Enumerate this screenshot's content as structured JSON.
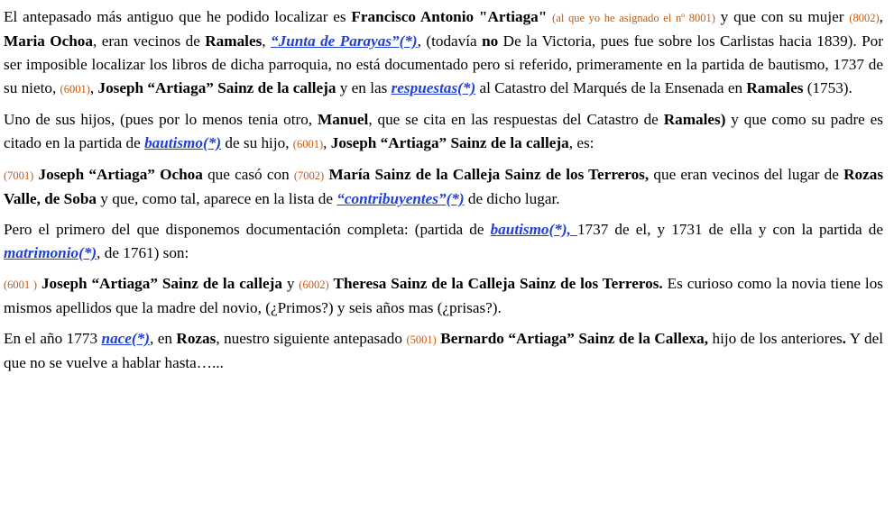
{
  "paragraphs": [
    [
      {
        "t": "   El antepasado más antiguo que he podido localizar es "
      },
      {
        "t": "Francisco Antonio \"Artiaga\"",
        "b": 1
      },
      {
        "t": " "
      },
      {
        "t": "(al que yo he asignado el nº 8001)",
        "n": 1
      },
      {
        "t": " y que con su mujer "
      },
      {
        "t": "(8002)",
        "n": 1
      },
      {
        "t": ", "
      },
      {
        "t": "Maria Ochoa",
        "b": 1
      },
      {
        "t": ", eran vecinos de "
      },
      {
        "t": "Ramales",
        "b": 1
      },
      {
        "t": ", "
      },
      {
        "t": "“Junta de Parayas”(*)",
        "l": 1,
        "name": "link-junta-de-parayas"
      },
      {
        "t": ", (todavía "
      },
      {
        "t": "no",
        "b": 1
      },
      {
        "t": " De la Victoria, pues fue sobre los Carlistas hacia 1839). Por ser imposible localizar los libros de dicha parroquia, no está documentado pero si referido, primeramente en la partida de bautismo, 1737 de su nieto, "
      },
      {
        "t": "(6001)",
        "n": 1
      },
      {
        "t": ", "
      },
      {
        "t": "Joseph “Artiaga” Sainz de la calleja",
        "b": 1
      },
      {
        "t": " y en las "
      },
      {
        "t": "respuestas(*)",
        "l": 1,
        "name": "link-respuestas"
      },
      {
        "t": " al Catastro del Marqués de la Ensenada en "
      },
      {
        "t": "Ramales",
        "b": 1
      },
      {
        "t": " (1753)."
      }
    ],
    [
      {
        "t": "    Uno de sus hijos, (pues por lo menos tenia otro, "
      },
      {
        "t": "Manuel",
        "b": 1
      },
      {
        "t": ", que se cita en las respuestas del Catastro de "
      },
      {
        "t": "Ramales)",
        "b": 1
      },
      {
        "t": " y que como su padre es citado en la partida de "
      },
      {
        "t": "bautismo(*)",
        "l": 1,
        "name": "link-bautismo-1"
      },
      {
        "t": " de su hijo, "
      },
      {
        "t": "(6001)",
        "n": 1
      },
      {
        "t": ", "
      },
      {
        "t": "Joseph “Artiaga” Sainz de la calleja",
        "b": 1
      },
      {
        "t": ", es:"
      }
    ],
    [
      {
        "t": "    "
      },
      {
        "t": "(7001)",
        "n": 1
      },
      {
        "t": " "
      },
      {
        "t": "Joseph “Artiaga” Ochoa",
        "b": 1
      },
      {
        "t": " que casó con "
      },
      {
        "t": "(7002)",
        "n": 1
      },
      {
        "t": " "
      },
      {
        "t": "María Sainz de la Calleja Sainz de los Terreros,",
        "b": 1
      },
      {
        "t": " que eran vecinos del lugar de "
      },
      {
        "t": "Rozas Valle, de Soba",
        "b": 1
      },
      {
        "t": " y que, como tal, aparece en la lista de "
      },
      {
        "t": "“contribuyentes”(*)",
        "l": 1,
        "name": "link-contribuyentes"
      },
      {
        "t": " de dicho lugar."
      }
    ],
    [
      {
        "t": "   Pero el primero del que disponemos documentación completa: (partida de "
      },
      {
        "t": "bautismo(*), ",
        "l": 1,
        "name": "link-bautismo-2"
      },
      {
        "t": "1737 de el, y 1731 de ella y con la partida de "
      },
      {
        "t": "matrimonio(*)",
        "l": 1,
        "name": "link-matrimonio"
      },
      {
        "t": ", de 1761) son:"
      }
    ],
    [
      {
        "t": "      "
      },
      {
        "t": "(6001 )",
        "n": 1
      },
      {
        "t": " "
      },
      {
        "t": "Joseph “Artiaga” Sainz de la calleja",
        "b": 1
      },
      {
        "t": "  y "
      },
      {
        "t": "(6002)",
        "n": 1
      },
      {
        "t": " "
      },
      {
        "t": "Theresa Sainz de la Calleja Sainz de los Terreros.",
        "b": 1
      },
      {
        "t": " Es curioso como la novia tiene los mismos apellidos que la madre del novio, (¿Primos?) y seis años mas (¿prisas?)."
      }
    ],
    [
      {
        "t": "     En el año 1773 "
      },
      {
        "t": "nace(*)",
        "l": 1,
        "name": "link-nace"
      },
      {
        "t": ", en "
      },
      {
        "t": "Rozas",
        "b": 1
      },
      {
        "t": ", nuestro siguiente antepasado  "
      },
      {
        "t": "(5001)",
        "n": 1
      },
      {
        "t": " "
      },
      {
        "t": "Bernardo “Artiaga” Sainz de la Callexa,",
        "b": 1
      },
      {
        "t": " hijo de los anteriores"
      },
      {
        "t": ".",
        "b": 1
      },
      {
        "t": " Y del que no se vuelve a hablar hasta…..."
      }
    ]
  ]
}
